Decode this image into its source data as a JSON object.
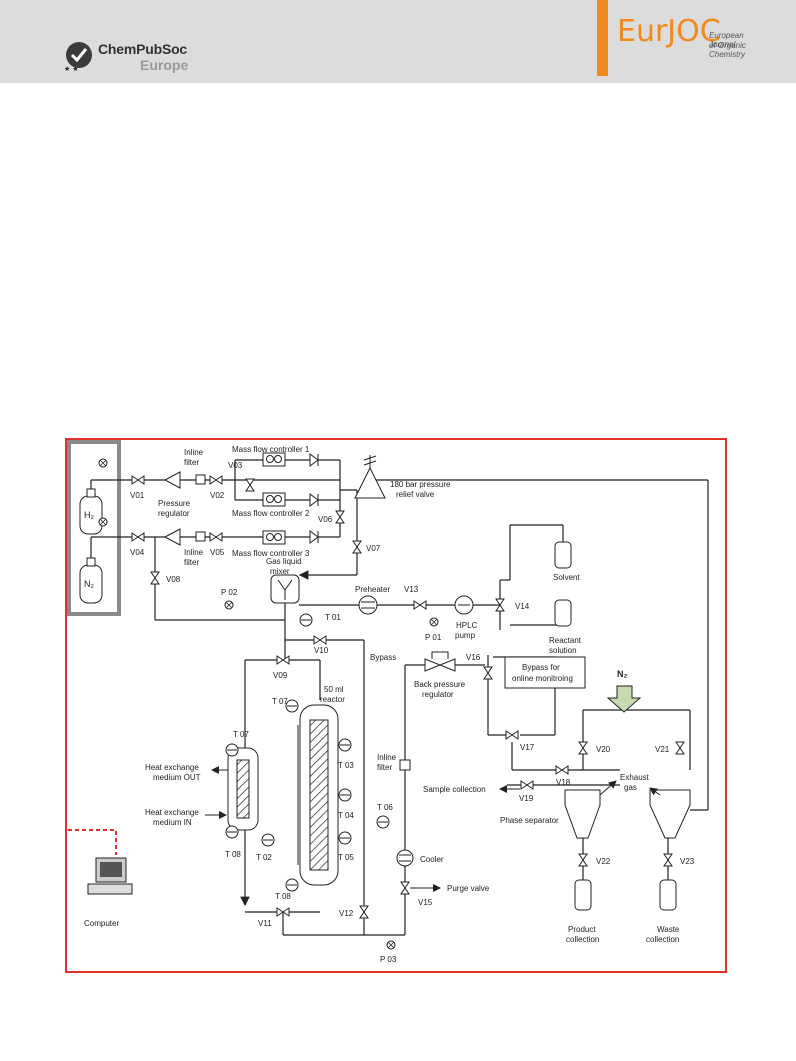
{
  "header": {
    "left_logo": {
      "name": "ChemPubSoc",
      "sub": "Europe"
    },
    "right_logo": {
      "main": "EurJOC",
      "line1": "European Journal",
      "line2": "of Organic Chemistry"
    }
  },
  "diagram": {
    "gases": {
      "h2": "H₂",
      "n2": "N₂",
      "n2_inlet": "N₂"
    },
    "valves": {
      "v01": "V01",
      "v02": "V02",
      "v03": "V03",
      "v04": "V04",
      "v05": "V05",
      "v06": "V06",
      "v07": "V07",
      "v08": "V08",
      "v09": "V09",
      "v10": "V10",
      "v11": "V11",
      "v12": "V12",
      "v13": "V13",
      "v14": "V14",
      "v15": "V15",
      "v16": "V16",
      "v17": "V17",
      "v18": "V18",
      "v19": "V19",
      "v20": "V20",
      "v21": "V21",
      "v22": "V22",
      "v23": "V23"
    },
    "sensors": {
      "p01": "P 01",
      "p02": "P 02",
      "p03": "P 03",
      "t01": "T 01",
      "t02": "T 02",
      "t03": "T 03",
      "t04": "T 04",
      "t05": "T 05",
      "t06": "T 06",
      "t07a": "T 07",
      "t07b": "T 07",
      "t08a": "T 08",
      "t08b": "T 08"
    },
    "labels": {
      "inline_filter_1a": "Inline",
      "inline_filter_1b": "filter",
      "inline_filter_2a": "Inline",
      "inline_filter_2b": "filter",
      "inline_filter_3a": "Inline",
      "inline_filter_3b": "filter",
      "mfc1": "Mass flow controller 1",
      "mfc2": "Mass flow controller 2",
      "mfc3": "Mass flow controller 3",
      "pressure_reg_a": "Pressure",
      "pressure_reg_b": "regulator",
      "relief_a": "180 bar pressure",
      "relief_b": "relief valve",
      "mixer_a": "Gas liquid",
      "mixer_b": "mixer",
      "preheater": "Preheater",
      "hplc_a": "HPLC",
      "hplc_b": "pump",
      "solvent": "Solvent",
      "reactant_a": "Reactant",
      "reactant_b": "solution",
      "bypass": "Bypass",
      "bypass_online_a": "Bypass for",
      "bypass_online_b": "online monitroing",
      "bpr_a": "Back pressure",
      "bpr_b": "regulator",
      "reactor_a": "50 ml",
      "reactor_b": "reactor",
      "hx_out_a": "Heat exchange",
      "hx_out_b": "medium OUT",
      "hx_in_a": "Heat exchange",
      "hx_in_b": "medium IN",
      "sample": "Sample collection",
      "exhaust_a": "Exhaust",
      "exhaust_b": "gas",
      "phase_sep": "Phase separator",
      "cooler": "Cooler",
      "purge": "Purge valve",
      "product_a": "Product",
      "product_b": "collection",
      "waste_a": "Waste",
      "waste_b": "collection",
      "computer": "Computer"
    }
  }
}
